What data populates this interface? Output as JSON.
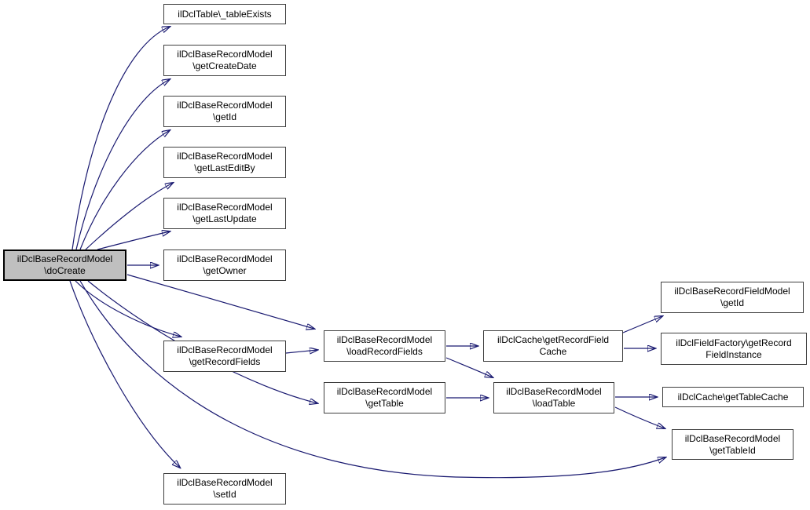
{
  "diagram": {
    "kind": "call-graph",
    "colors": {
      "edge": "#191970",
      "node_border": "#3f3f3f",
      "node_fill": "#ffffff",
      "highlight_fill": "#bfbfbf",
      "text": "#000000"
    }
  },
  "nodes": [
    {
      "id": "doCreate",
      "label": "ilDclBaseRecordModel\n\\doCreate",
      "highlighted": true
    },
    {
      "id": "tableExists",
      "label": "ilDclTable\\_tableExists"
    },
    {
      "id": "getCreateDate",
      "label": "ilDclBaseRecordModel\n\\getCreateDate"
    },
    {
      "id": "getId",
      "label": "ilDclBaseRecordModel\n\\getId"
    },
    {
      "id": "getLastEditBy",
      "label": "ilDclBaseRecordModel\n\\getLastEditBy"
    },
    {
      "id": "getLastUpdate",
      "label": "ilDclBaseRecordModel\n\\getLastUpdate"
    },
    {
      "id": "getOwner",
      "label": "ilDclBaseRecordModel\n\\getOwner"
    },
    {
      "id": "getRecordFields",
      "label": "ilDclBaseRecordModel\n\\getRecordFields"
    },
    {
      "id": "setId",
      "label": "ilDclBaseRecordModel\n\\setId"
    },
    {
      "id": "loadRecordFields",
      "label": "ilDclBaseRecordModel\n\\loadRecordFields"
    },
    {
      "id": "getTable",
      "label": "ilDclBaseRecordModel\n\\getTable"
    },
    {
      "id": "getRecordFieldCache",
      "label": "ilDclCache\\getRecordField\nCache"
    },
    {
      "id": "loadTable",
      "label": "ilDclBaseRecordModel\n\\loadTable"
    },
    {
      "id": "fieldModelGetId",
      "label": "ilDclBaseRecordFieldModel\n\\getId"
    },
    {
      "id": "getRecordFieldInstance",
      "label": "ilDclFieldFactory\\getRecord\nFieldInstance"
    },
    {
      "id": "getTableCache",
      "label": "ilDclCache\\getTableCache"
    },
    {
      "id": "getTableId",
      "label": "ilDclBaseRecordModel\n\\getTableId"
    }
  ],
  "edges": [
    {
      "from": "doCreate",
      "to": "tableExists"
    },
    {
      "from": "doCreate",
      "to": "getCreateDate"
    },
    {
      "from": "doCreate",
      "to": "getId"
    },
    {
      "from": "doCreate",
      "to": "getLastEditBy"
    },
    {
      "from": "doCreate",
      "to": "getLastUpdate"
    },
    {
      "from": "doCreate",
      "to": "getOwner"
    },
    {
      "from": "doCreate",
      "to": "getRecordFields"
    },
    {
      "from": "doCreate",
      "to": "loadRecordFields"
    },
    {
      "from": "doCreate",
      "to": "getTable"
    },
    {
      "from": "doCreate",
      "to": "getTableId"
    },
    {
      "from": "doCreate",
      "to": "setId"
    },
    {
      "from": "getRecordFields",
      "to": "loadRecordFields"
    },
    {
      "from": "loadRecordFields",
      "to": "getRecordFieldCache"
    },
    {
      "from": "loadRecordFields",
      "to": "loadTable"
    },
    {
      "from": "getTable",
      "to": "loadTable"
    },
    {
      "from": "getRecordFieldCache",
      "to": "fieldModelGetId"
    },
    {
      "from": "getRecordFieldCache",
      "to": "getRecordFieldInstance"
    },
    {
      "from": "loadTable",
      "to": "getTableCache"
    },
    {
      "from": "loadTable",
      "to": "getTableId"
    }
  ]
}
